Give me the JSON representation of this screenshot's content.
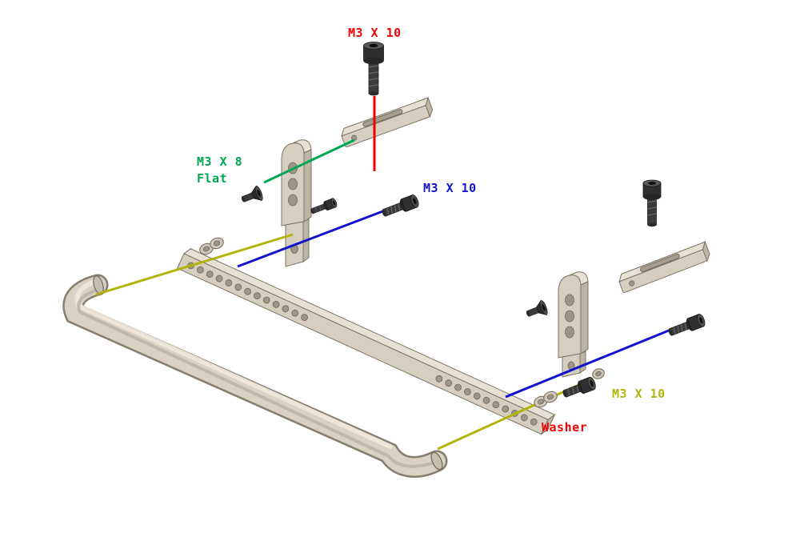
{
  "annotations": {
    "colors": {
      "red": "#f20000",
      "green": "#00a651",
      "blue": "#1212cf",
      "yellow": "#b2b40a"
    },
    "labels": {
      "top_screw": "M3 X 10",
      "flat_screw_line1": "M3 X 8",
      "flat_screw_line2": "Flat",
      "side_screw": "M3 X 10",
      "bottom_screw": "M3 X 10",
      "washer": "Washer"
    }
  }
}
